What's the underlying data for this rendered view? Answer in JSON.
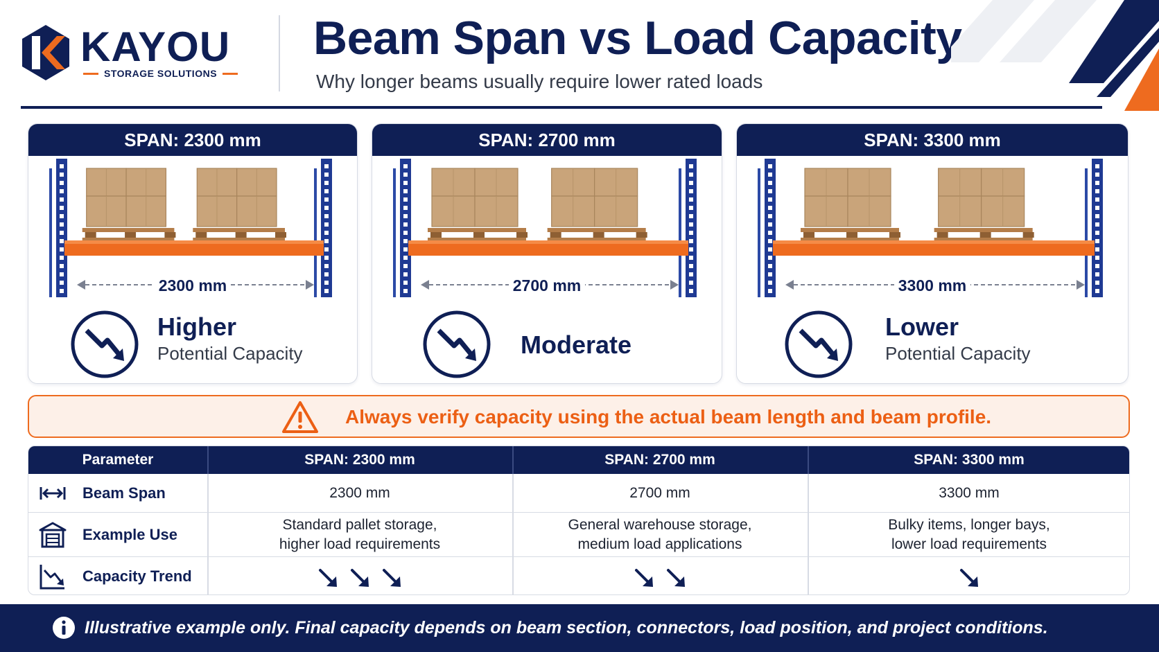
{
  "brand": {
    "name": "KAYOU",
    "tagline": "STORAGE SOLUTIONS"
  },
  "header": {
    "title": "Beam Span vs Load Capacity",
    "subtitle": "Why longer beams usually require lower rated loads"
  },
  "colors": {
    "navy": "#0f1f55",
    "orange": "#ee6b1f",
    "upright_blue": "#1f3a93",
    "carton": "#c9a47a",
    "pallet": "#b47d49",
    "warning_bg": "#fdf0e8"
  },
  "cards": [
    {
      "heading": "SPAN: 2300 mm",
      "dimension": "2300 mm",
      "capacity_title": "Higher",
      "capacity_sub": "Potential Capacity",
      "icon": "trend-down-icon"
    },
    {
      "heading": "SPAN: 2700 mm",
      "dimension": "2700 mm",
      "capacity_title": "Moderate",
      "capacity_sub": "",
      "icon": "trend-down-icon"
    },
    {
      "heading": "SPAN: 3300 mm",
      "dimension": "3300 mm",
      "capacity_title": "Lower",
      "capacity_sub": "Potential Capacity",
      "icon": "trend-down-icon"
    }
  ],
  "warning": {
    "text": "Always verify capacity using the actual beam length and beam profile.",
    "icon": "warning-triangle-icon"
  },
  "table": {
    "headers": [
      "Parameter",
      "SPAN: 2300 mm",
      "SPAN: 2700 mm",
      "SPAN: 3300 mm"
    ],
    "rows": [
      {
        "label": "Beam Span",
        "icon": "span-arrows-icon",
        "cells": [
          "2300 mm",
          "2700 mm",
          "3300 mm"
        ]
      },
      {
        "label": "Example Use",
        "icon": "warehouse-icon",
        "cells": [
          [
            "Standard pallet storage,",
            "higher load requirements"
          ],
          [
            "General warehouse storage,",
            "medium load applications"
          ],
          [
            "Bulky items, longer bays,",
            "lower load requirements"
          ]
        ]
      },
      {
        "label": "Capacity Trend",
        "icon": "trend-chart-icon",
        "trend_arrows": [
          3,
          2,
          1
        ]
      }
    ]
  },
  "footer": {
    "text": "Illustrative example only. Final capacity depends on beam section, connectors, load position, and project conditions.",
    "icon": "info-icon"
  }
}
